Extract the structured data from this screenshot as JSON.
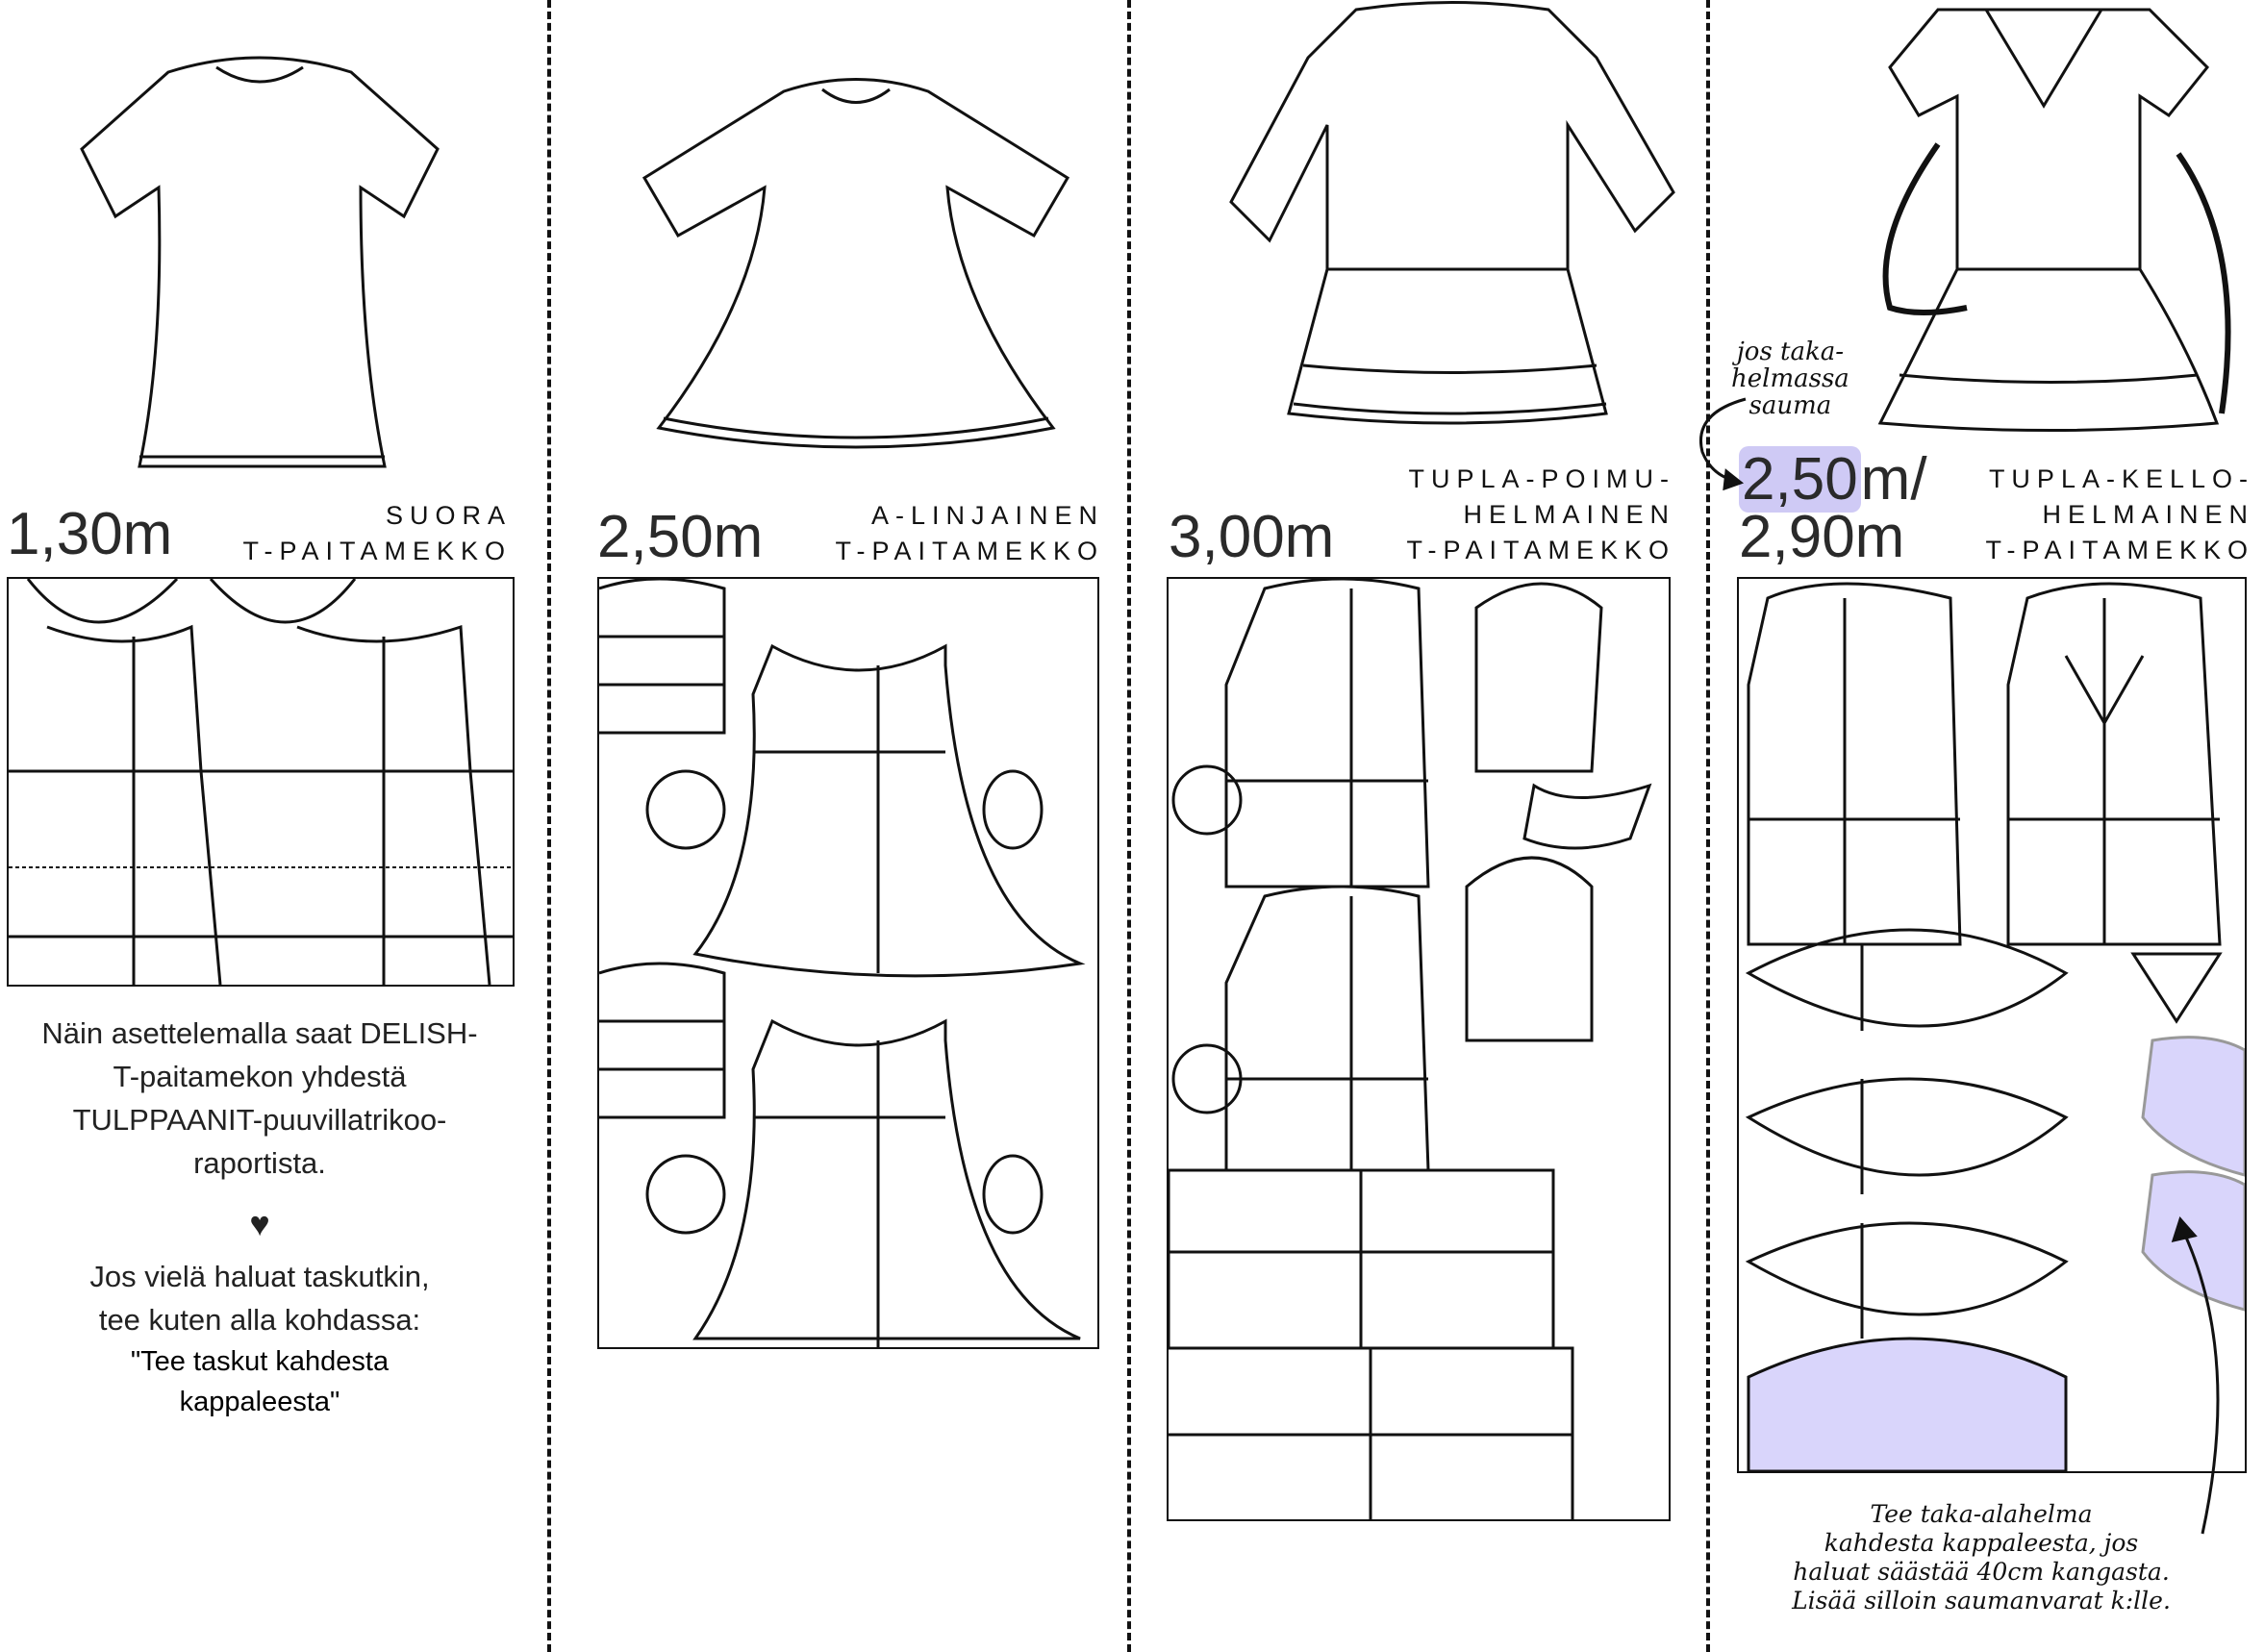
{
  "columns": [
    {
      "amount": "1,30m",
      "title_lines": [
        "SUORA",
        "T-PAITAMEKKO"
      ]
    },
    {
      "amount": "2,50m",
      "title_lines": [
        "A-LINJAINEN",
        "T-PAITAMEKKO"
      ]
    },
    {
      "amount": "3,00m",
      "title_lines": [
        "TUPLA-POIMU-",
        "HELMAINEN",
        "T-PAITAMEKKO"
      ]
    },
    {
      "amount_highlighted": "2,50",
      "amount_suffix": "m/",
      "amount_second": "2,90m",
      "title_lines": [
        "TUPLA-KELLO-",
        "HELMAINEN",
        "T-PAITAMEKKO"
      ]
    }
  ],
  "notes": {
    "layout_text": [
      "Näin asettelemalla saat DELISH-",
      "T-paitamekon yhdestä",
      "TULPPAANIT-puuvillatrikoo-",
      "raportista."
    ],
    "heart": "♥",
    "pocket_text": [
      "Jos vielä haluat taskutkin,",
      "tee kuten alla kohdassa:"
    ],
    "pocket_quote": [
      "\"Tee taskut kahdesta",
      "kappaleesta\""
    ]
  },
  "handwritten": {
    "seam_note": [
      "jos taka-",
      "helmassa",
      "sauma"
    ],
    "back_hem_note": [
      "Tee taka-alahelma",
      "kahdesta kappaleesta, jos",
      "haluat säästää 40cm kangasta.",
      "Lisää silloin saumanvarat k:lle."
    ]
  },
  "colors": {
    "highlight": "#d9d5fb",
    "line": "#111111"
  }
}
